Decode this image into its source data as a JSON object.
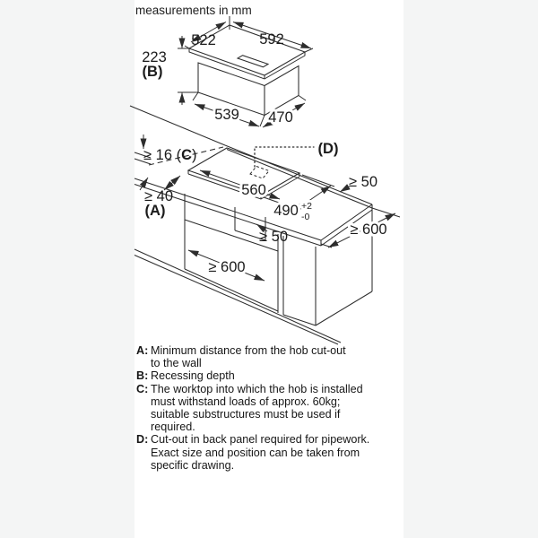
{
  "page": {
    "title": "measurements in mm"
  },
  "hob_diagram": {
    "top_depth": "522",
    "top_width": "592",
    "recess_height": "223",
    "recess_letter": "(B)",
    "base_width": "539",
    "base_depth": "470"
  },
  "installation_diagram": {
    "thickness_pre": "≥ 16 (",
    "thickness_letter": "C",
    "thickness_post": ")",
    "wall_distance": "≥ 40",
    "wall_distance_letter": "(A)",
    "pipework_label": "(D)",
    "cutout_width": "560",
    "cutout_depth": "490",
    "cutout_tol_plus": "+2",
    "cutout_tol_minus": "-0",
    "back_clearance": "≥ 50",
    "front_clearance": "≥ 50",
    "worktop_depth": "≥ 600",
    "cabinet_width": "≥ 600"
  },
  "legend": {
    "items": [
      {
        "label": "A:",
        "lines": [
          "Minimum distance from the hob cut-out",
          "to the wall"
        ]
      },
      {
        "label": "B:",
        "lines": [
          "Recessing depth"
        ]
      },
      {
        "label": "C:",
        "lines": [
          "The worktop into which the hob is installed",
          "must withstand loads of approx. 60kg;",
          "suitable substructures must be used if",
          "required."
        ]
      },
      {
        "label": "D:",
        "lines": [
          "Cut-out in back panel required for pipework.",
          "Exact size and position can be taken from",
          "specific drawing."
        ]
      }
    ]
  }
}
